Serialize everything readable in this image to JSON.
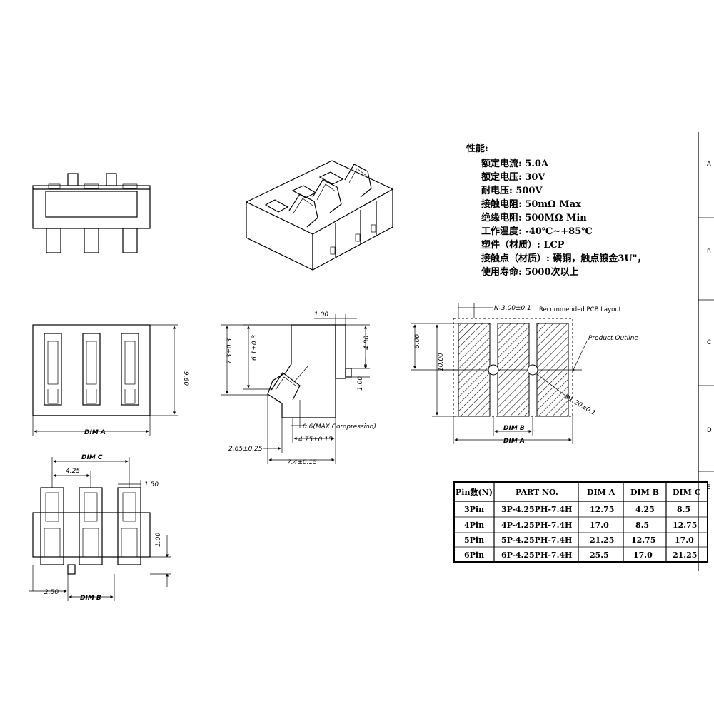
{
  "specs": {
    "heading": "性能:",
    "lines": [
      "额定电流: 5.0A",
      "额定电压: 30V",
      "耐电压: 500V",
      "接触电阻: 50mΩ Max",
      "绝缘电阻: 500MΩ Min",
      "工作温度: -40℃~+85℃",
      "塑件（材质）: LCP",
      "接触点（材质）: 磷铜，触点镀金3U\"，",
      "使用寿命: 5000次以上"
    ]
  },
  "dims": {
    "side_h1": "9.60",
    "dim_a": "DIM A",
    "dim_b": "DIM B",
    "dim_c": "DIM C",
    "d425": "4.25",
    "d150": "1.50",
    "d100": "1.00",
    "d250": "2.50",
    "p100": "1.00",
    "p73": "7.3±0.3",
    "p61": "6.1±0.3",
    "p480": "4.80",
    "p100b": "1.00",
    "p06": "0.6(MAX Compression)",
    "p475": "4.75±0.15",
    "p265": "2.65±0.25",
    "p74": "7.4±0.15",
    "pcb_title": "Recommended PCB Layout",
    "pcb_n": "N-3.00±0.1",
    "pcb_outline": "Product Outline",
    "pcb_500": "5.00",
    "pcb_1000": "10.00",
    "pcb_hole": "Φ1.20±0.1"
  },
  "table": {
    "headers": [
      "Pin数(N)",
      "PART NO.",
      "DIM A",
      "DIM B",
      "DIM C"
    ],
    "rows": [
      [
        "3Pin",
        "3P-4.25PH-7.4H",
        "12.75",
        "4.25",
        "8.5"
      ],
      [
        "4Pin",
        "4P-4.25PH-7.4H",
        "17.0",
        "8.5",
        "12.75"
      ],
      [
        "5Pin",
        "5P-4.25PH-7.4H",
        "21.25",
        "12.75",
        "17.0"
      ],
      [
        "6Pin",
        "6P-4.25PH-7.4H",
        "25.5",
        "17.0",
        "21.25"
      ]
    ]
  },
  "frame": {
    "letters": [
      "A",
      "B",
      "C",
      "D",
      "E"
    ]
  }
}
